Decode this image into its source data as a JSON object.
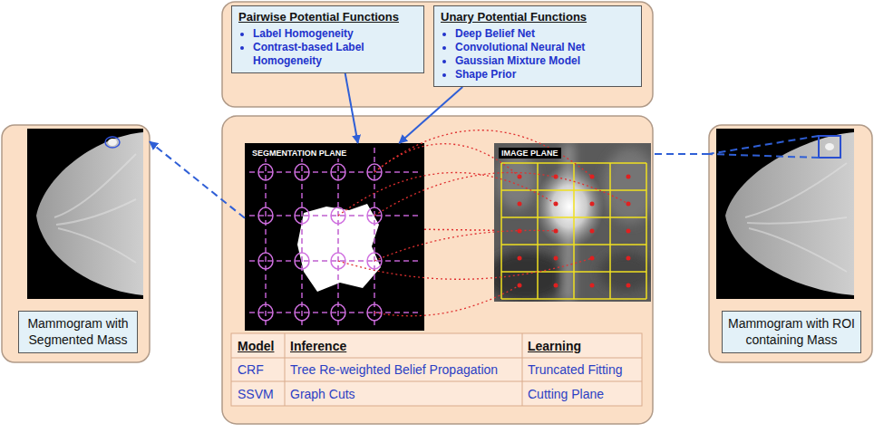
{
  "diagram": {
    "nodes": [
      {
        "text": [
          "Pairwise Potential Functions",
          "Label Homogeneity",
          "Contrast-based Label Homogeneity"
        ]
      },
      {
        "text": [
          "Unary Potential Functions",
          "Deep Belief Net",
          "Convolutional Neural Net",
          "Gaussian Mixture Model",
          "Shape Prior"
        ]
      },
      {
        "text": [
          "SEGMENTATION PLANE"
        ]
      },
      {
        "text": [
          "IMAGE PLANE"
        ]
      },
      {
        "text": [
          "Mammogram with Segmented Mass"
        ]
      },
      {
        "text": [
          "Mammogram with ROI containing Mass"
        ]
      }
    ],
    "edges": [
      {
        "from": 0,
        "to": 2,
        "arrow": "to"
      },
      {
        "from": 1,
        "to": 2,
        "arrow": "to"
      },
      {
        "from": 2,
        "to": 4,
        "arrow": "to"
      },
      {
        "from": 5,
        "to": 3,
        "arrow": "none"
      },
      {
        "from": 3,
        "to": 2,
        "arrow": "none"
      }
    ],
    "labels": [
      "Model",
      "Inference",
      "Learning",
      "CRF",
      "Tree Re-weighted Belief Propagation",
      "Truncated Fitting",
      "SSVM",
      "Graph Cuts",
      "Cutting Plane"
    ]
  }
}
